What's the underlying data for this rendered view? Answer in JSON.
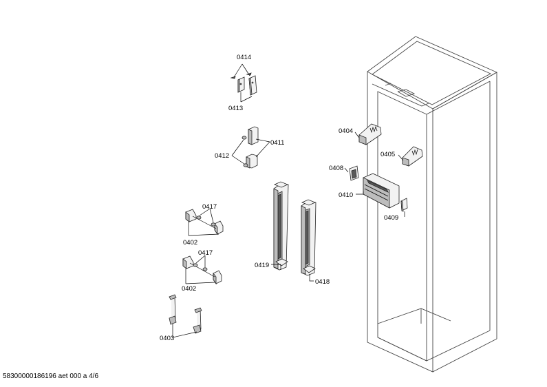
{
  "footer": {
    "text": "58300000186196 aet 000 a 4/6"
  },
  "labels": {
    "p0414": "0414",
    "p0413": "0413",
    "p0411": "0411",
    "p0412": "0412",
    "p0404": "0404",
    "p0405": "0405",
    "p0408": "0408",
    "p0410": "0410",
    "p0409": "0409",
    "p0417a": "0417",
    "p0402a": "0402",
    "p0417b": "0417",
    "p0402b": "0402",
    "p0419": "0419",
    "p0418": "0418",
    "p0403": "0403"
  }
}
